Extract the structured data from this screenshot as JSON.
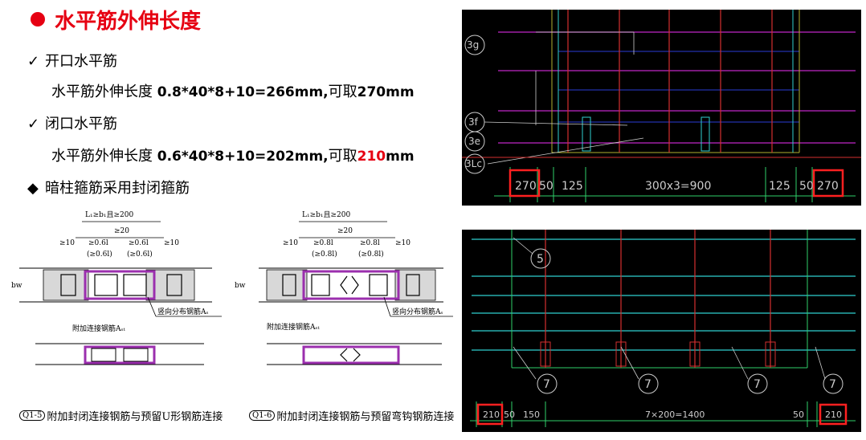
{
  "title": "水平筋外伸长度",
  "items": [
    {
      "mark": "✓",
      "text": "开口水平筋"
    },
    {
      "prefix": "水平筋外伸长度 ",
      "formula": "0.8*40*8+10=266mm,",
      "tail_label": "可取",
      "tail_value": "270",
      "unit": "mm"
    },
    {
      "mark": "✓",
      "text": "闭口水平筋"
    },
    {
      "prefix": "水平筋外伸长度 ",
      "formula": "0.6*40*8+10=202mm,",
      "tail_label": "可取",
      "tail_value": "210",
      "unit": "mm"
    },
    {
      "mark": "◆",
      "text": "暗柱箍筋采用封闭箍筋"
    }
  ],
  "diagram_left": {
    "top_label": "L₁≥b₁且≥200",
    "d20": "≥20",
    "d10a": "≥10",
    "d10b": "≥10",
    "p1": "≥0.6l",
    "p1b": "(≥0.6l)",
    "p2": "≥0.6l",
    "p2b": "(≥0.6l)",
    "bw": "bw",
    "vert_label": "竖向分布钢筋Aₛ",
    "add_label": "附加连接钢筋Aₛₜ",
    "caption_badge": "Q1-5",
    "caption": "附加封闭连接钢筋与预留U形钢筋连接"
  },
  "diagram_right": {
    "top_label": "L₁≥b₁且≥200",
    "d20": "≥20",
    "d10a": "≥10",
    "d10b": "≥10",
    "p1": "≥0.8l",
    "p1b": "(≥0.8l)",
    "p2": "≥0.8l",
    "p2b": "(≥0.8l)",
    "bw": "bw",
    "vert_label": "竖向分布钢筋Aₛ",
    "add_label": "附加连接钢筋Aₛₜ",
    "caption_badge": "Q1-6",
    "caption": "附加封闭连接钢筋与预留弯钩钢筋连接"
  },
  "cad_top": {
    "labels": [
      "3g",
      "3f",
      "3e",
      "3Lc"
    ],
    "dims": [
      "270",
      "50",
      "125",
      "300x3=900",
      "125",
      "50",
      "270"
    ]
  },
  "cad_bottom": {
    "labels": [
      "5",
      "7",
      "7",
      "7",
      "7"
    ],
    "dims": [
      "210",
      "50",
      "150",
      "7×200=1400",
      "50",
      "210"
    ]
  },
  "colors": {
    "red": "#e60012",
    "cad_bg": "#000000"
  }
}
